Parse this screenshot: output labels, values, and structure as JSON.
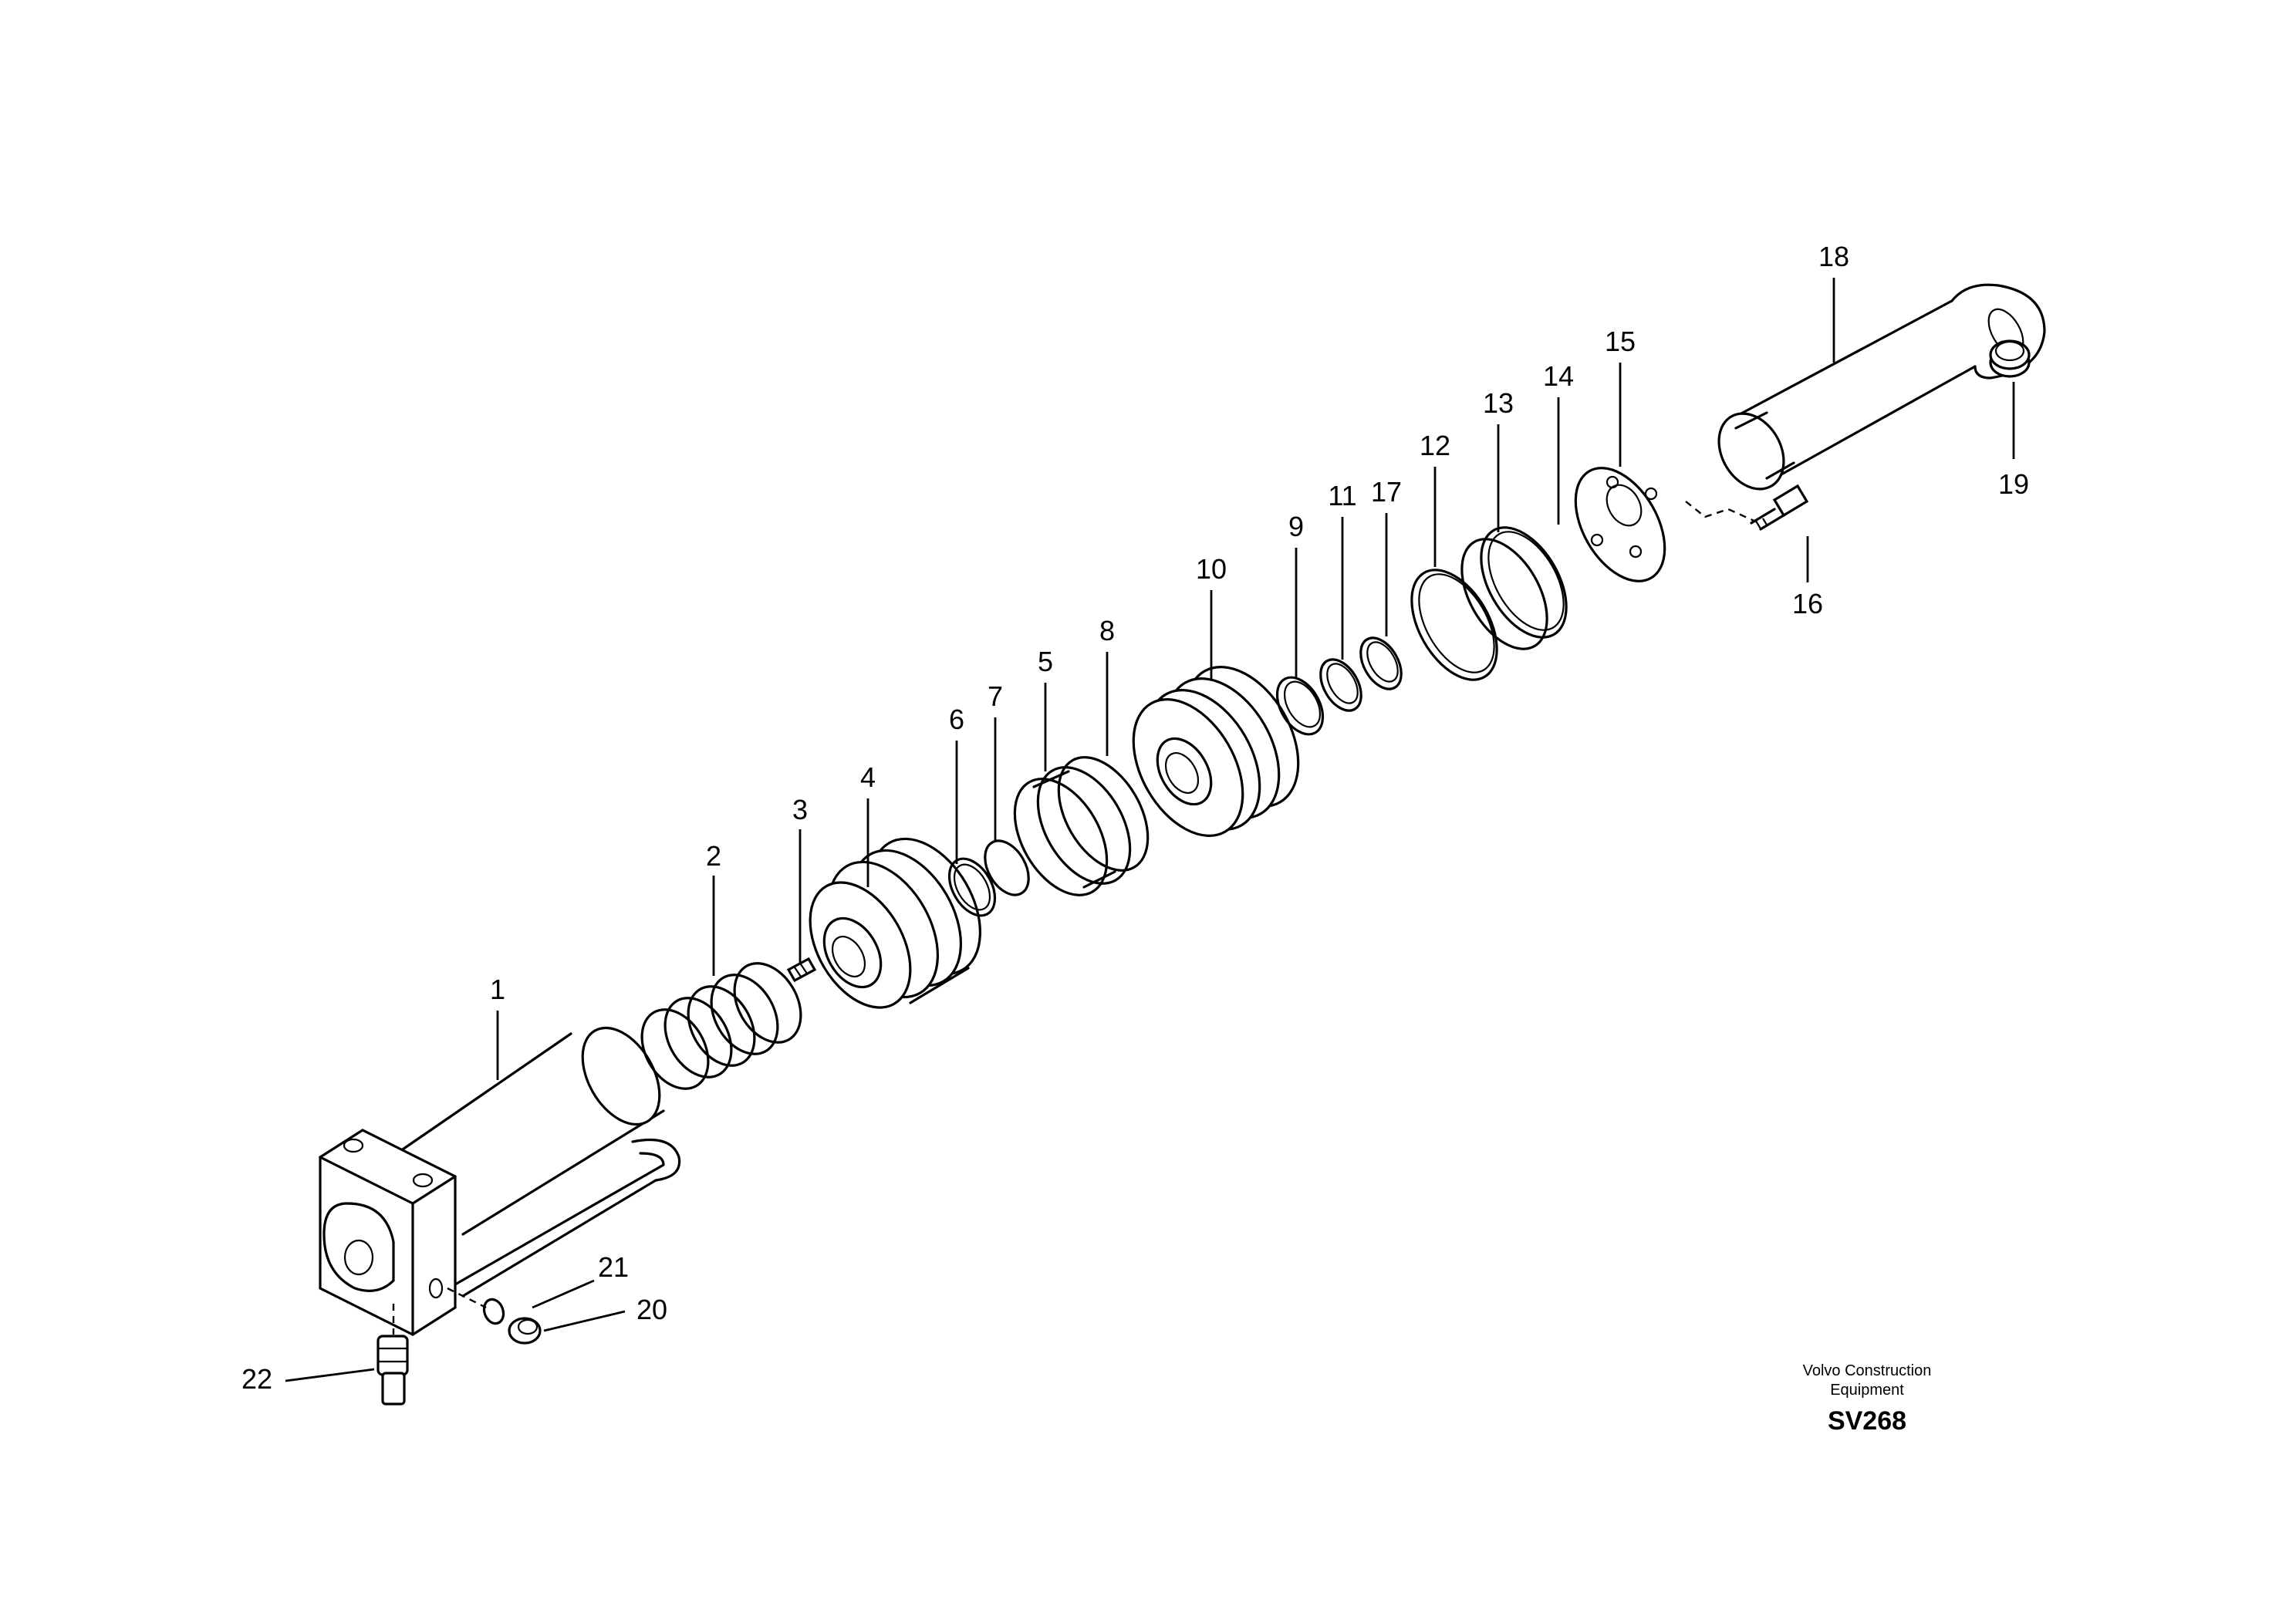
{
  "callouts": {
    "c1": "1",
    "c2": "2",
    "c3": "3",
    "c4": "4",
    "c5": "5",
    "c6": "6",
    "c7": "7",
    "c8": "8",
    "c9": "9",
    "c10": "10",
    "c11": "11",
    "c12": "12",
    "c13": "13",
    "c14": "14",
    "c15": "15",
    "c16": "16",
    "c17": "17",
    "c18": "18",
    "c19": "19",
    "c20": "20",
    "c21": "21",
    "c22": "22"
  },
  "footer": {
    "company_line1": "Volvo Construction",
    "company_line2": "Equipment",
    "drawing_code": "SV268"
  }
}
